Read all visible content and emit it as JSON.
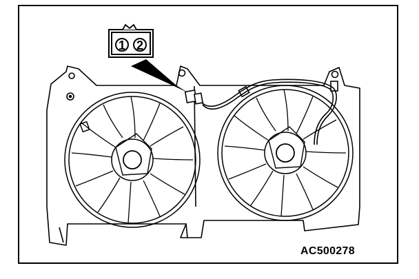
{
  "connector": {
    "pin_left": "1",
    "pin_right": "2"
  },
  "reference_code": "AC500278",
  "colors": {
    "line": "#000000",
    "background": "#ffffff"
  }
}
